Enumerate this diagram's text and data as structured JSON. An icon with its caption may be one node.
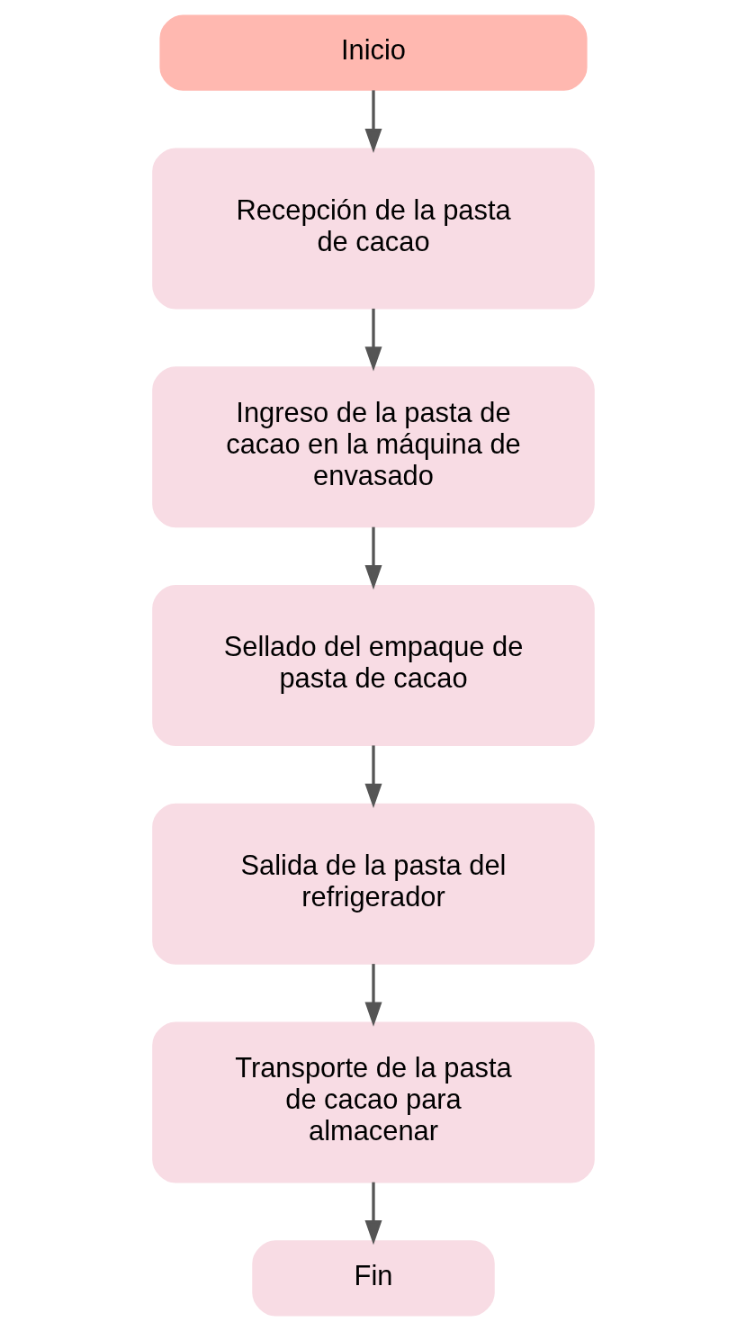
{
  "diagram": {
    "nodes": [
      {
        "text": [
          "Inicio"
        ]
      },
      {
        "text": [
          "Recepción de la pasta de cacao"
        ]
      },
      {
        "text": [
          "Ingreso de la pasta de cacao en la máquina de envasado"
        ]
      },
      {
        "text": [
          "Sellado del empaque de pasta de cacao"
        ]
      },
      {
        "text": [
          "Salida de la pasta del refrigerador"
        ]
      },
      {
        "text": [
          "Transporte de la pasta de cacao para almacenar"
        ]
      },
      {
        "text": [
          "Fin"
        ]
      }
    ],
    "edges": [
      {
        "from": 0,
        "to": 1,
        "arrow": "to"
      },
      {
        "from": 1,
        "to": 2,
        "arrow": "to"
      },
      {
        "from": 2,
        "to": 3,
        "arrow": "to"
      },
      {
        "from": 3,
        "to": 4,
        "arrow": "to"
      },
      {
        "from": 4,
        "to": 5,
        "arrow": "to"
      },
      {
        "from": 5,
        "to": 6,
        "arrow": "to"
      }
    ]
  }
}
